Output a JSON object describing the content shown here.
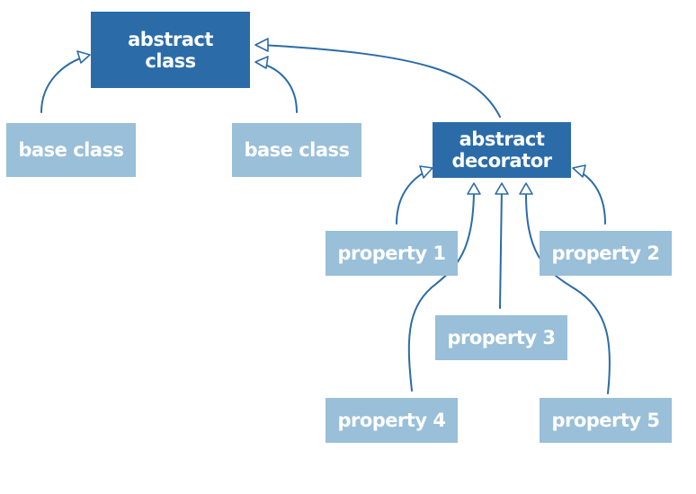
{
  "diagram": {
    "nodes": {
      "abstract_class": "abstract\nclass",
      "base_class_1": "base class",
      "base_class_2": "base class",
      "abstract_decorator": "abstract\ndecorator",
      "property_1": "property 1",
      "property_2": "property 2",
      "property_3": "property 3",
      "property_4": "property 4",
      "property_5": "property 5"
    },
    "edges": [
      {
        "from": "base class",
        "to": "abstract class",
        "relation": "inherits"
      },
      {
        "from": "base class",
        "to": "abstract class",
        "relation": "inherits"
      },
      {
        "from": "abstract decorator",
        "to": "abstract class",
        "relation": "inherits"
      },
      {
        "from": "property 1",
        "to": "abstract decorator",
        "relation": "inherits"
      },
      {
        "from": "property 2",
        "to": "abstract decorator",
        "relation": "inherits"
      },
      {
        "from": "property 3",
        "to": "abstract decorator",
        "relation": "inherits"
      },
      {
        "from": "property 4",
        "to": "abstract decorator",
        "relation": "inherits"
      },
      {
        "from": "property 5",
        "to": "abstract decorator",
        "relation": "inherits"
      }
    ],
    "colors": {
      "abstract_fill": "#2b6ca8",
      "concrete_fill": "#99bfd9",
      "arrow": "#2b6ca8",
      "text": "#ffffff"
    }
  }
}
